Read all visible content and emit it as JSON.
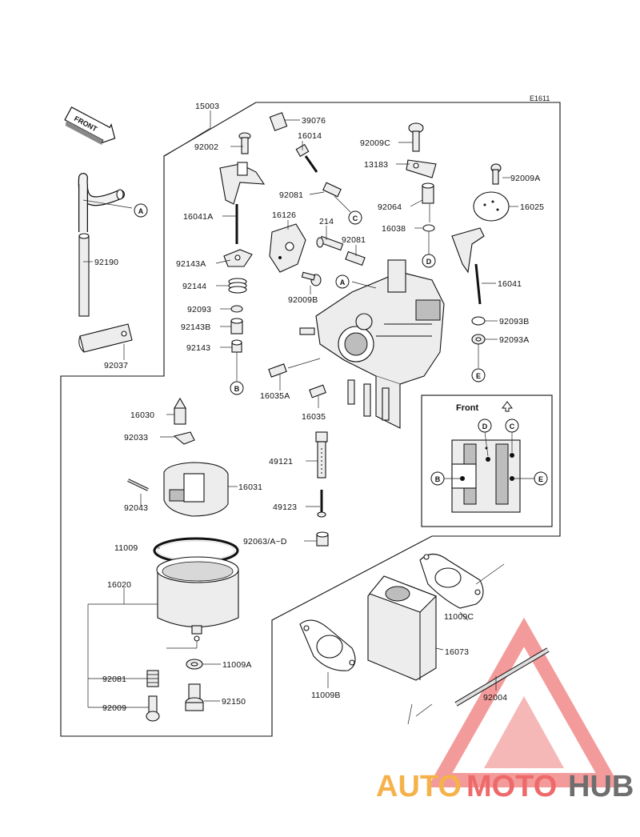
{
  "diagram": {
    "code": "E1611",
    "front_arrow_label": "FRONT",
    "inset_label": "Front",
    "part_labels": {
      "p15003": "15003",
      "p39076": "39076",
      "p16014": "16014",
      "p92002": "92002",
      "p92009C": "92009C",
      "p13183": "13183",
      "p92009A": "92009A",
      "p16041A": "16041A",
      "p16126": "16126",
      "p92081a": "92081",
      "p214": "214",
      "p92081b": "92081",
      "p92064": "92064",
      "p16025": "16025",
      "p16038": "16038",
      "p92190": "92190",
      "p92143A": "92143A",
      "p92144": "92144",
      "p92009B": "92009B",
      "p16041": "16041",
      "p92093": "92093",
      "p92143B": "92143B",
      "p92093B": "92093B",
      "p92143": "92143",
      "p92093A": "92093A",
      "p92037": "92037",
      "p16035A": "16035A",
      "p16030": "16030",
      "p16035": "16035",
      "p92033": "92033",
      "p49121": "49121",
      "p16031": "16031",
      "p92043": "92043",
      "p49123": "49123",
      "p92063": "92063/A~D",
      "p11009": "11009",
      "p16020": "16020",
      "p11009C": "11009C",
      "p16073": "16073",
      "p92081c": "92081",
      "p11009A": "11009A",
      "p92004": "92004",
      "p92009": "92009",
      "p92150": "92150",
      "p11009B": "11009B"
    },
    "callouts": {
      "A": "A",
      "B": "B",
      "C": "C",
      "D": "D",
      "E": "E"
    }
  },
  "watermark": {
    "part1": "AUTO",
    "part2": "MOTO",
    "part3": "HUB"
  }
}
